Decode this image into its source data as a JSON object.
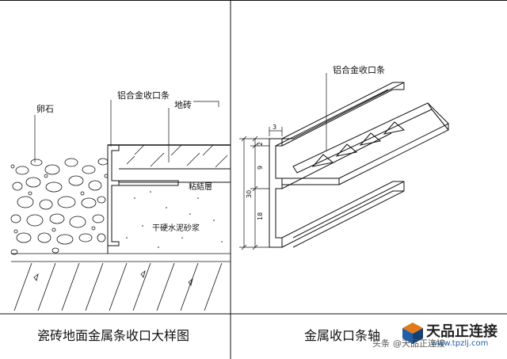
{
  "left_detail": {
    "labels": {
      "pebble": "卵石",
      "trim_strip": "铝合金收口条",
      "floor_tile": "地砖",
      "bonding_layer": "粘結層",
      "mortar": "干硬水泥砂浆"
    },
    "caption": "瓷砖地面金属条收口大样图"
  },
  "right_detail": {
    "labels": {
      "trim_strip": "铝合金收口条"
    },
    "dimensions": {
      "top": "3",
      "d1": "2",
      "d2": "9",
      "d3": "18",
      "total": "30"
    },
    "caption": "金属收口条轴"
  },
  "watermark": {
    "brand": "天品正连接",
    "url": "www.tpzlj.com",
    "source_prefix": "头条",
    "source_handle": "@天品正连接"
  },
  "colors": {
    "line": "#111111",
    "brand_blue": "#1f5fa8",
    "brand_orange": "#e07a1c",
    "brand_dark": "#222222"
  }
}
